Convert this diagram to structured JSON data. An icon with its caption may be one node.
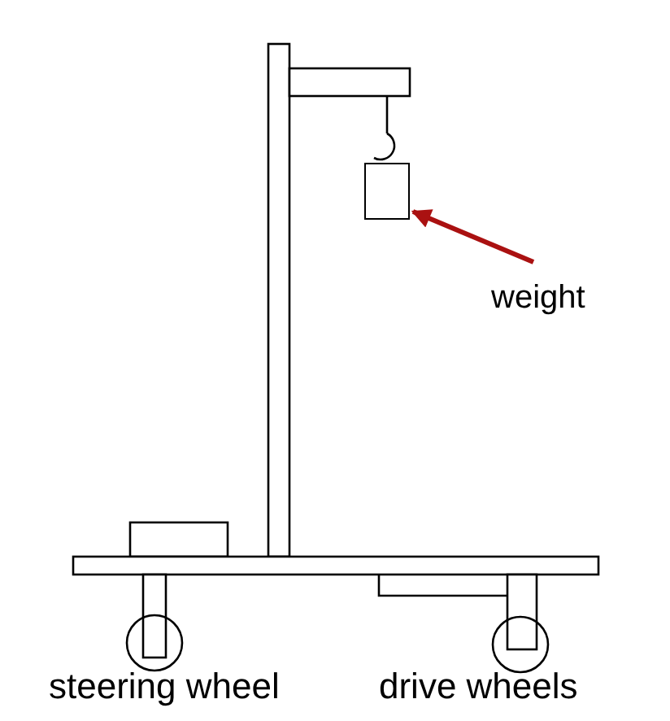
{
  "diagram": {
    "nodes": [
      {
        "text": [
          "weight"
        ]
      },
      {
        "text": [],
        "shape": "box"
      }
    ],
    "edges": [
      {
        "from": 0,
        "to": 1,
        "arrow": "to",
        "color": "#aa1111"
      }
    ],
    "labels": [
      "steering wheel",
      "drive wheels"
    ]
  }
}
